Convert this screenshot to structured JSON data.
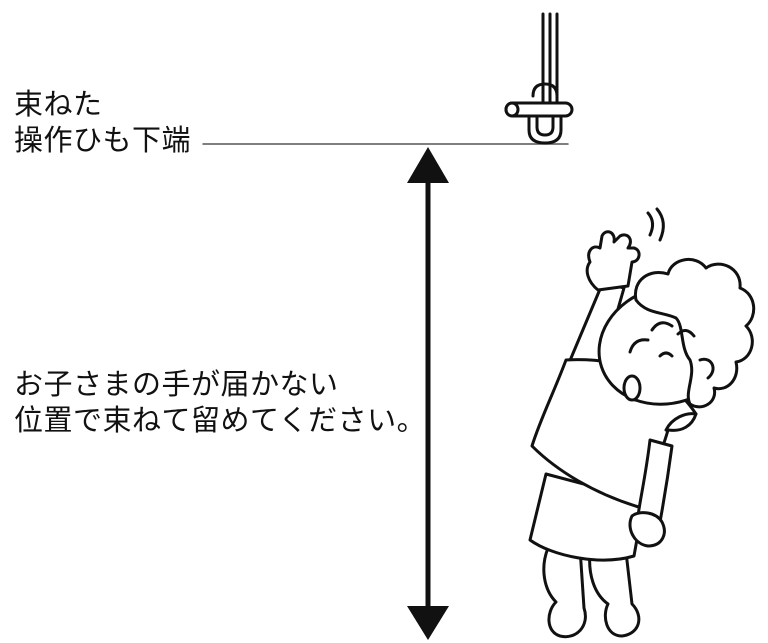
{
  "labels": {
    "cord_end_line1": "束ねた",
    "cord_end_line2": "操作ひも下端",
    "instruction_line1": "お子さまの手が届かない",
    "instruction_line2": "位置で束ねて留めてください。"
  },
  "colors": {
    "ink": "#111111",
    "background": "#ffffff",
    "guide_line": "#555555"
  }
}
